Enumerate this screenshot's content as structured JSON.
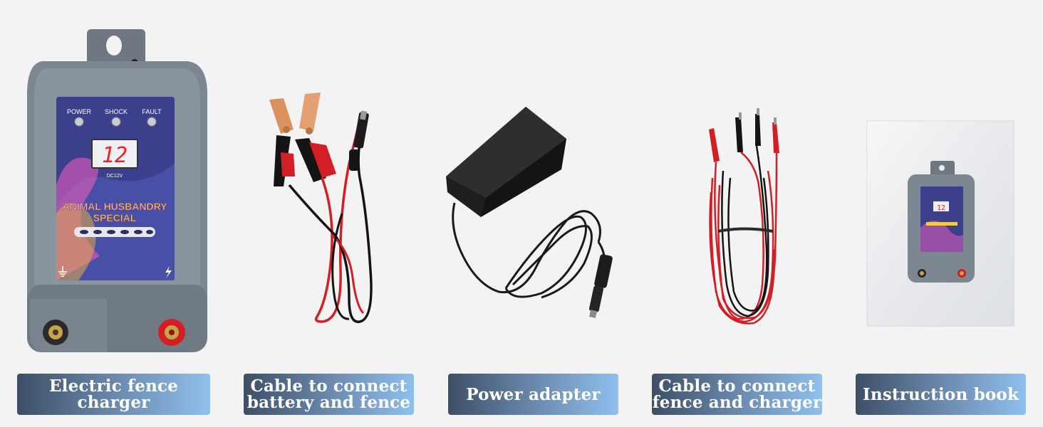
{
  "products": [
    {
      "id": "charger",
      "label_lines": [
        "Electric fence charger"
      ]
    },
    {
      "id": "battery-cable",
      "label_lines": [
        "Cable to connect",
        "battery and fence"
      ]
    },
    {
      "id": "adapter",
      "label_lines": [
        "Power adapter"
      ]
    },
    {
      "id": "fence-cable",
      "label_lines": [
        "Cable to connect",
        "fence and charger"
      ]
    },
    {
      "id": "book",
      "label_lines": [
        "Instruction book"
      ]
    }
  ],
  "charger_panel": {
    "indicators": [
      "POWER",
      "SHOCK",
      "FAULT"
    ],
    "display_value": "12",
    "voltage": "DC12V",
    "brand_line1": "ANIMAL HUSBANDRY",
    "brand_line2": "SPECIAL"
  },
  "colors": {
    "background": "#f3f3f3",
    "label_dark": "#3d4f66",
    "label_light": "#8fc0ee",
    "housing": "#7d8791",
    "panel": "#3b3f8c",
    "wire_red": "#d11f25",
    "wire_black": "#141414"
  }
}
